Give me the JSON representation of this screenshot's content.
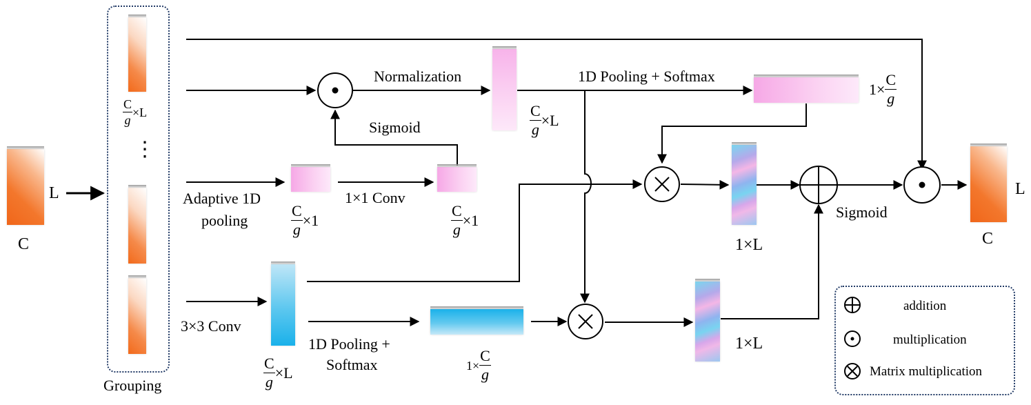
{
  "input_tensor": {
    "height_label": "L",
    "channel_label": "C"
  },
  "grouping": {
    "label": "Grouping",
    "group_dim": {
      "num": "C",
      "den": "g",
      "suffix": "×L"
    },
    "ellipsis": "⋮"
  },
  "branches": {
    "adaptive_pool": {
      "label_line1": "Adaptive 1D",
      "label_line2": "pooling",
      "dim": {
        "num": "C",
        "den": "g",
        "suffix": "×1"
      }
    },
    "conv1x1": {
      "label": "1×1 Conv",
      "dim": {
        "num": "C",
        "den": "g",
        "suffix": "×1"
      }
    },
    "sigmoid_top": {
      "label": "Sigmoid"
    },
    "normalization": {
      "label": "Normalization",
      "dim": {
        "num": "C",
        "den": "g",
        "suffix": "×L"
      }
    },
    "pool_softmax_top": {
      "label": "1D Pooling + Softmax",
      "dim": {
        "prefix": "1×",
        "num": "C",
        "den": "g"
      }
    },
    "conv3x3": {
      "label": "3×3 Conv",
      "dim": {
        "num": "C",
        "den": "g",
        "suffix": "×L"
      }
    },
    "pool_softmax_bottom": {
      "label_line1": "1D Pooling +",
      "label_line2": "Softmax",
      "dim": {
        "prefix": "1×",
        "num": "C",
        "den": "g"
      }
    },
    "matmul_top_out": {
      "dim": "1×L"
    },
    "matmul_bottom_out": {
      "dim": "1×L"
    },
    "sigmoid_out": {
      "label": "Sigmoid"
    }
  },
  "output_tensor": {
    "height_label": "L",
    "channel_label": "C"
  },
  "legend": {
    "items": [
      {
        "icon": "circle-plus-icon",
        "label": "addition"
      },
      {
        "icon": "circle-dot-icon",
        "label": "multiplication"
      },
      {
        "icon": "circle-times-icon",
        "label": "Matrix multiplication"
      }
    ]
  }
}
